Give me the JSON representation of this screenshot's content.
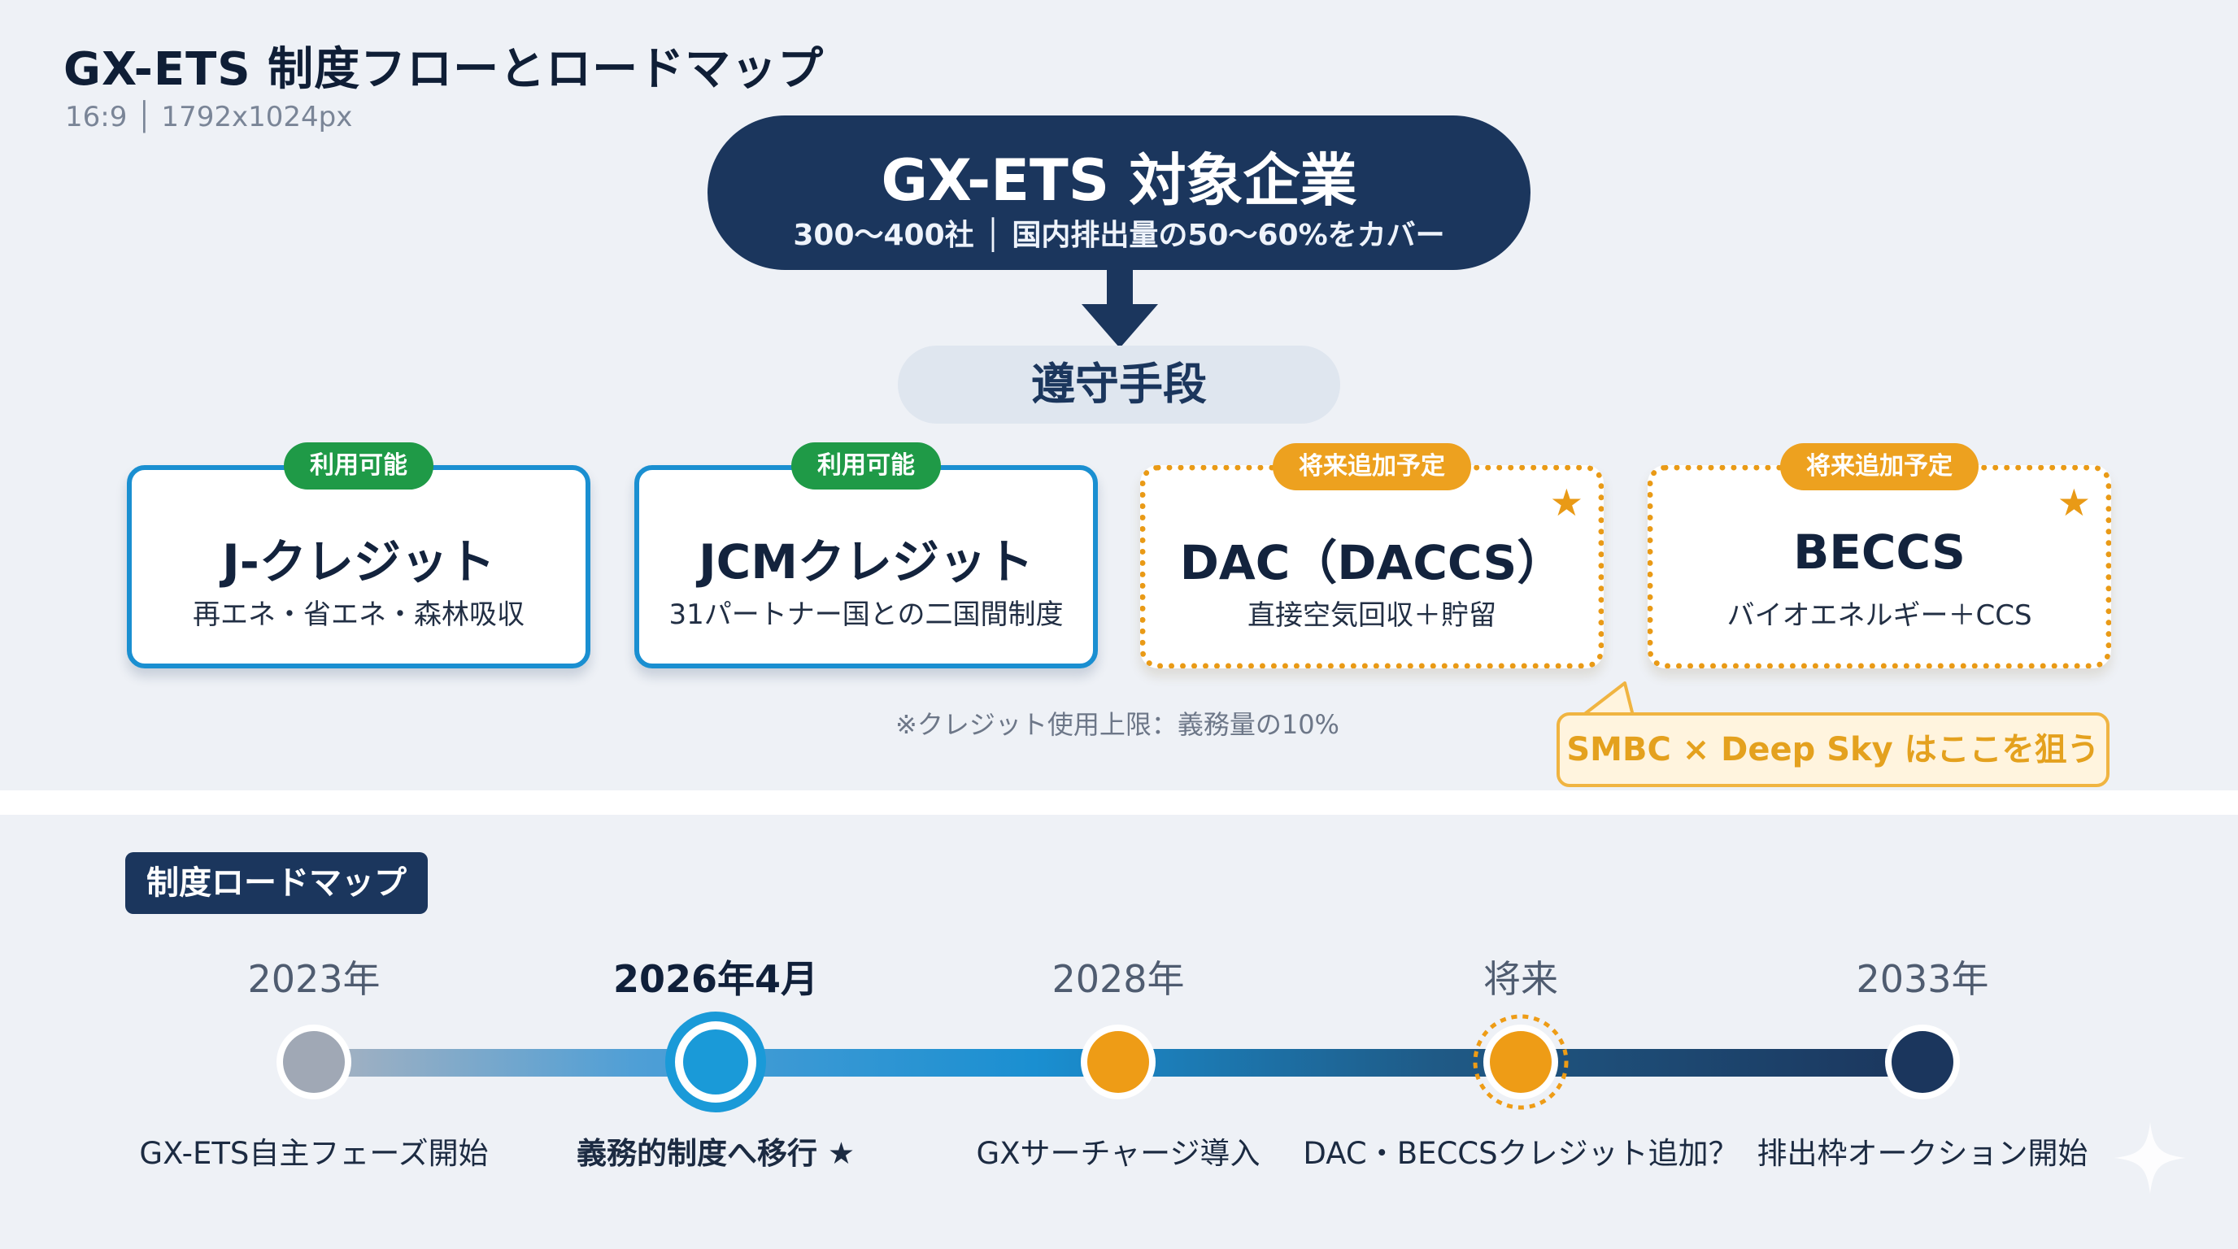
{
  "header": {
    "title": "GX-ETS 制度フローとロードマップ",
    "subtitle": "16:9 │ 1792x1024px"
  },
  "target": {
    "title": "GX-ETS 対象企業",
    "subtitle": "300〜400社 │ 国内排出量の50〜60%をカバー"
  },
  "compliance": {
    "label": "遵守手段"
  },
  "cards": [
    {
      "badge": "利用可能",
      "name": "J-クレジット",
      "desc": "再エネ・省エネ・森林吸収",
      "status": "available"
    },
    {
      "badge": "利用可能",
      "name": "JCMクレジット",
      "desc": "31パートナー国との二国間制度",
      "status": "available"
    },
    {
      "badge": "将来追加予定",
      "name": "DAC（DACCS）",
      "desc": "直接空気回収＋貯留",
      "status": "future",
      "icon": "star-icon"
    },
    {
      "badge": "将来追加予定",
      "name": "BECCS",
      "desc": "バイオエネルギー＋CCS",
      "status": "future",
      "icon": "star-icon"
    }
  ],
  "note": "※クレジット使用上限：義務量の10%",
  "callout": "SMBC × Deep Sky はここを狙う",
  "roadmap": {
    "label": "制度ロードマップ",
    "milestones": [
      {
        "date": "2023年",
        "caption": "GX-ETS自主フェーズ開始",
        "highlight": false,
        "color": "#a0a8b5"
      },
      {
        "date": "2026年4月",
        "caption": "義務的制度へ移行 ★",
        "highlight": true,
        "color": "#1a9ad8"
      },
      {
        "date": "2028年",
        "caption": "GXサーチャージ導入",
        "highlight": false,
        "color": "#ee9c16"
      },
      {
        "date": "将来",
        "caption": "DAC・BECCSクレジット追加？",
        "highlight": false,
        "color": "#ee9c16"
      },
      {
        "date": "2033年",
        "caption": "排出枠オークション開始",
        "highlight": false,
        "color": "#1b365d"
      }
    ]
  },
  "colors": {
    "navy": "#1b365d",
    "blue": "#1a8fd1",
    "green": "#1f9a47",
    "orange": "#eda11f",
    "grey": "#a0a8b5"
  }
}
